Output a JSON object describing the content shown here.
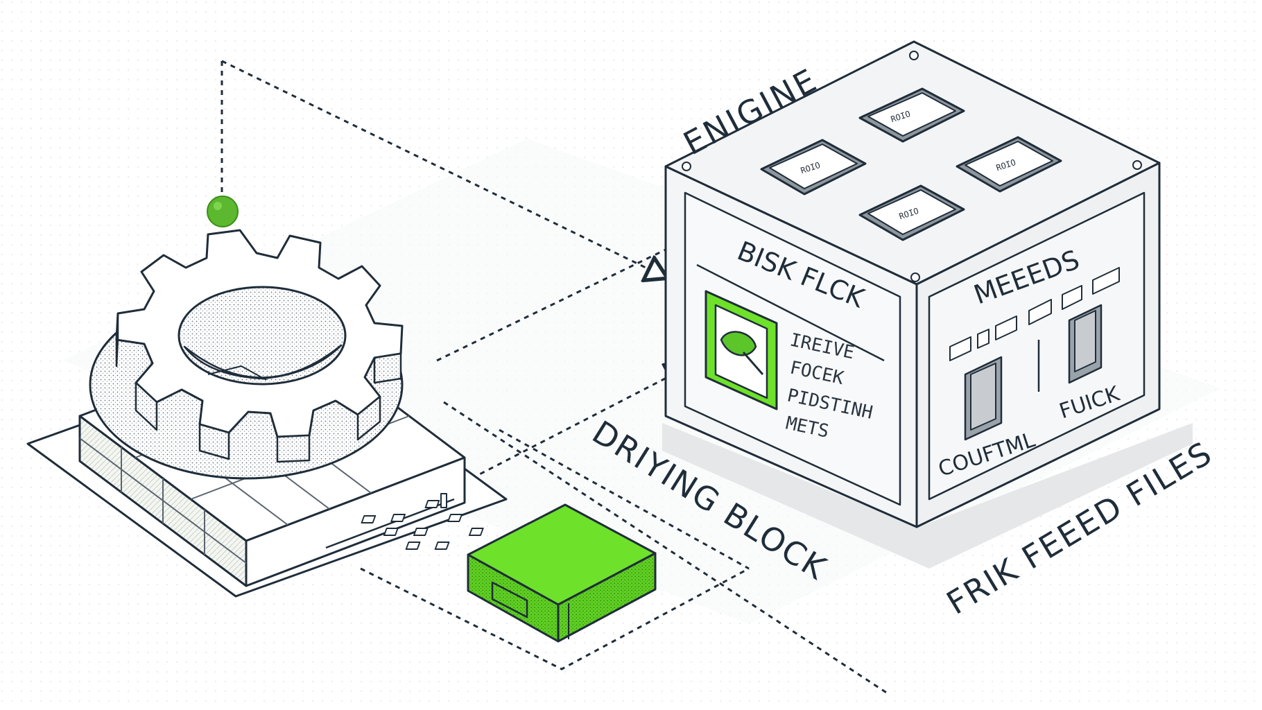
{
  "labels": {
    "engine": "ENIGINE",
    "driving_block": "DRIYING BLOCK",
    "feed_files": "FRIK FEEED FILES"
  },
  "front_panel": {
    "title": "BISK FLCK",
    "lines": [
      "IREIVE",
      "FOCEK",
      "PIDSTINH",
      "METS"
    ]
  },
  "side_panel": {
    "title": "MEEEDS",
    "left_caption": "COUFTML",
    "right_caption": "FUICK"
  },
  "top_chips": [
    "ROIO",
    "ROIO",
    "ROIO",
    "ROIO"
  ],
  "colors": {
    "accent_green": "#6ee12a",
    "dark_green": "#3d8f1a",
    "stroke": "#1f2d3a",
    "panel_fill": "#f3f4f5",
    "shadow": "#e6e7e9"
  },
  "icons": {
    "gear": "gear-icon",
    "leaf": "leaf-icon",
    "connector_dot": "green-dot-icon"
  }
}
